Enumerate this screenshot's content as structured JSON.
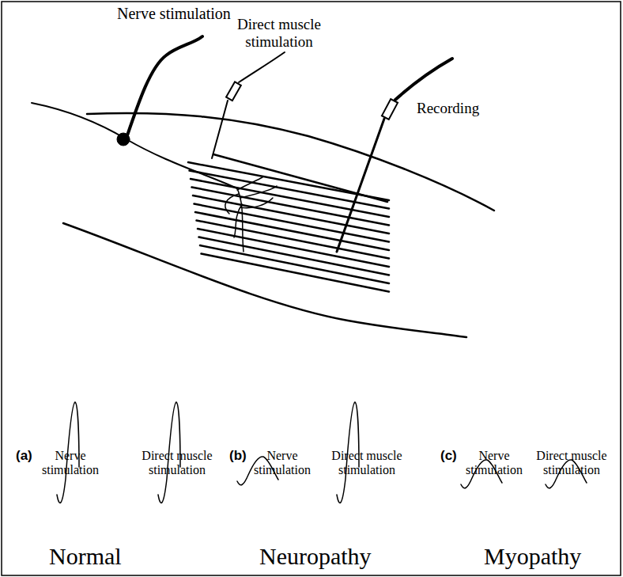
{
  "diagram": {
    "labels": [
      "Nerve stimulation",
      "Direct muscle stimulation",
      "Recording",
      "(a)",
      "Nerve stimulation",
      "Direct muscle stimulation",
      "Normal",
      "(b)",
      "Nerve stimulation",
      "Direct muscle stimulation",
      "Neuropathy",
      "(c)",
      "Nerve stimulation",
      "Direct muscle stimulation",
      "Myopathy"
    ]
  }
}
